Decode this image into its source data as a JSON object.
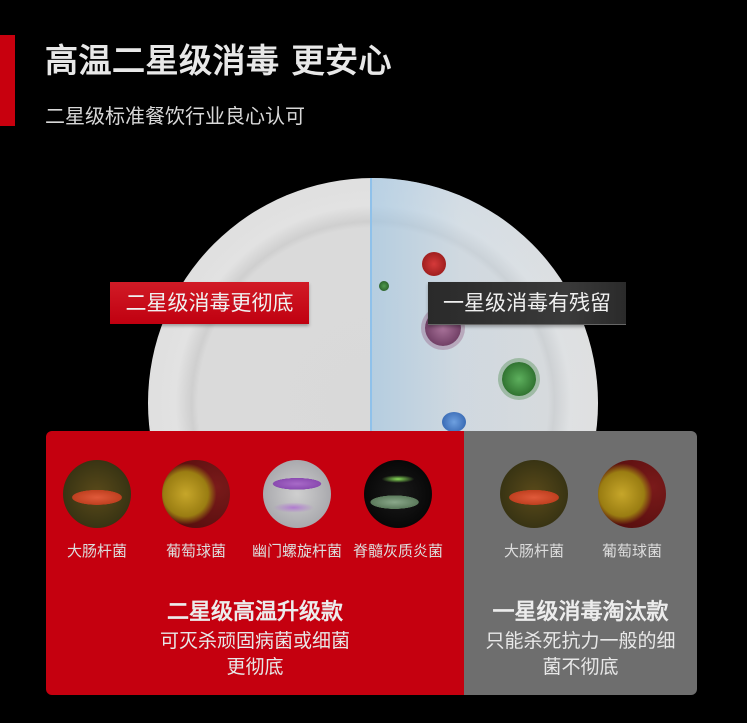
{
  "header": {
    "title": "高温二星级消毒 更安心",
    "subtitle": "二星级标准餐饮行业良心认可",
    "accent_color": "#c8000e"
  },
  "plate": {
    "left_tag": "二星级消毒更彻底",
    "right_tag": "一星级消毒有残留"
  },
  "comparison": {
    "two_star": {
      "color": "#c5000f",
      "bacteria": [
        {
          "label": "大肠杆菌",
          "icon": "e-coli-icon"
        },
        {
          "label": "葡萄球菌",
          "icon": "staphylococcus-icon"
        },
        {
          "label": "幽门螺旋杆菌",
          "icon": "h-pylori-icon"
        },
        {
          "label": "脊髓灰质炎菌",
          "icon": "poliovirus-icon"
        }
      ],
      "title": "二星级高温升级款",
      "desc_line1": "可灭杀顽固病菌或细菌",
      "desc_line2": "更彻底"
    },
    "one_star": {
      "color": "#6e6e6e",
      "bacteria": [
        {
          "label": "大肠杆菌",
          "icon": "e-coli-icon"
        },
        {
          "label": "葡萄球菌",
          "icon": "staphylococcus-icon"
        }
      ],
      "title": "一星级消毒淘汰款",
      "desc_line1": "只能杀死抗力一般的细",
      "desc_line2": "菌不彻底"
    }
  }
}
